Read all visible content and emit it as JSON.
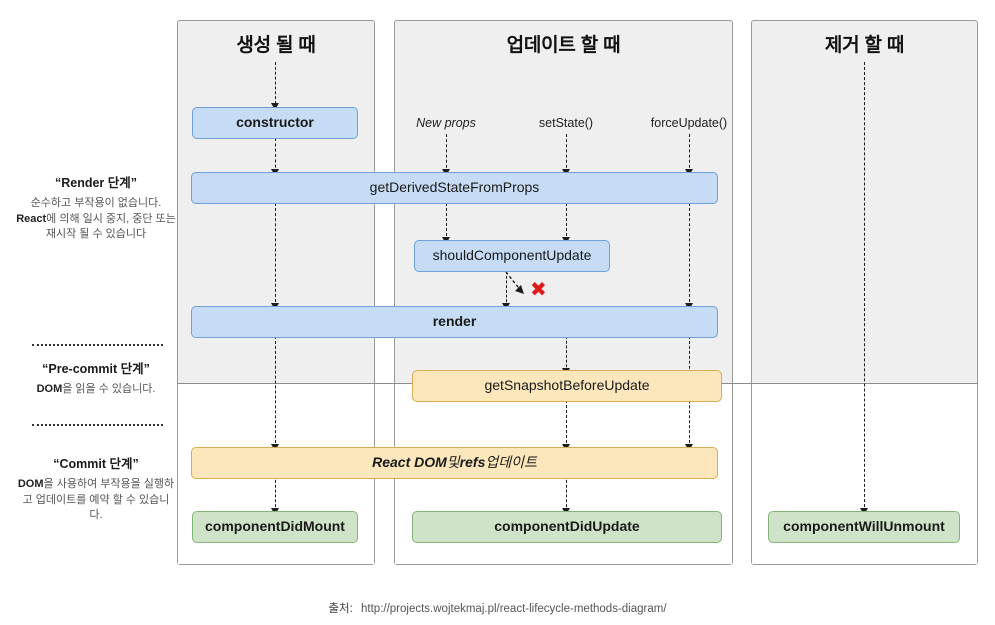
{
  "diagram": {
    "title": "React Lifecycle Methods Diagram",
    "columns": [
      {
        "id": "mounting",
        "title": "생성 될 때"
      },
      {
        "id": "updating",
        "title": "업데이트 할 때"
      },
      {
        "id": "unmounting",
        "title": "제거 할 때"
      }
    ],
    "phases": [
      {
        "id": "render",
        "title": "“Render 단계”",
        "desc_parts": [
          "순수하고 부작용이 없습니다. ",
          "React",
          "에 의해 일시 중지, 중단 또는 재시작 될 수 있습니다"
        ],
        "desc": "순수하고 부작용이 없습니다. React에 의해 일시 중지, 중단 또는 재시작 될 수 있습니다"
      },
      {
        "id": "pre-commit",
        "title": "“Pre-commit 단계”",
        "desc_parts": [
          "DOM",
          "을 읽을 수 있습니다."
        ],
        "desc": "DOM을 읽을 수 있습니다."
      },
      {
        "id": "commit",
        "title": "“Commit 단계”",
        "desc_parts": [
          "DOM",
          "을 사용하여 부작용을 실행하고 업데이트를 예약 할 수 있습니다."
        ],
        "desc": "DOM을 사용하여 부작용을 실행하고 업데이트를 예약 할 수 있습니다."
      }
    ],
    "triggers": [
      {
        "id": "new-props",
        "label": "New props",
        "style": "italic"
      },
      {
        "id": "set-state",
        "label": "setState()",
        "style": "normal"
      },
      {
        "id": "force-update",
        "label": "forceUpdate()",
        "style": "normal"
      }
    ],
    "nodes": [
      {
        "id": "constructor",
        "label": "constructor",
        "color": "blue",
        "weight": "bold",
        "columns": [
          "mounting"
        ]
      },
      {
        "id": "get-derived-state-from-props",
        "label": "getDerivedStateFromProps",
        "color": "blue",
        "weight": "normal",
        "columns": [
          "mounting",
          "updating"
        ]
      },
      {
        "id": "should-component-update",
        "label": "shouldComponentUpdate",
        "color": "blue",
        "weight": "normal",
        "columns": [
          "updating"
        ]
      },
      {
        "id": "render",
        "label": "render",
        "color": "blue",
        "weight": "bold",
        "columns": [
          "mounting",
          "updating"
        ]
      },
      {
        "id": "get-snapshot-before-update",
        "label": "getSnapshotBeforeUpdate",
        "color": "orange",
        "weight": "normal",
        "columns": [
          "updating"
        ]
      },
      {
        "id": "react-dom-and-refs-update",
        "label": "React DOM 및 refs 업데이트",
        "color": "orange",
        "weight": "bold-italic",
        "columns": [
          "mounting",
          "updating"
        ]
      },
      {
        "id": "component-did-mount",
        "label": "componentDidMount",
        "color": "green",
        "weight": "bold",
        "columns": [
          "mounting"
        ]
      },
      {
        "id": "component-did-update",
        "label": "componentDidUpdate",
        "color": "green",
        "weight": "bold",
        "columns": [
          "updating"
        ]
      },
      {
        "id": "component-will-unmount",
        "label": "componentWillUnmount",
        "color": "green",
        "weight": "bold",
        "columns": [
          "unmounting"
        ]
      }
    ],
    "annotations": [
      {
        "id": "skip-render-x",
        "glyph": "✖",
        "color": "#e01b1b",
        "meaning": "shouldComponentUpdate returns false - skip render"
      }
    ],
    "react_dom_label_parts": {
      "a": "React DOM",
      "b": " 및 ",
      "c": "refs",
      "d": " 업데이트"
    },
    "footer": {
      "source_label": "출처:",
      "url": "http://projects.wojtekmaj.pl/react-lifecycle-methods-diagram/"
    },
    "colors": {
      "blue_fill": "#c6dcf5",
      "blue_border": "#6f9fd8",
      "orange_fill": "#fbe7bb",
      "orange_border": "#d8ab54",
      "green_fill": "#cfe3c8",
      "green_border": "#85b478",
      "panel_fill": "#efefef",
      "panel_border": "#9a9a9a",
      "x_mark": "#e01b1b"
    }
  }
}
